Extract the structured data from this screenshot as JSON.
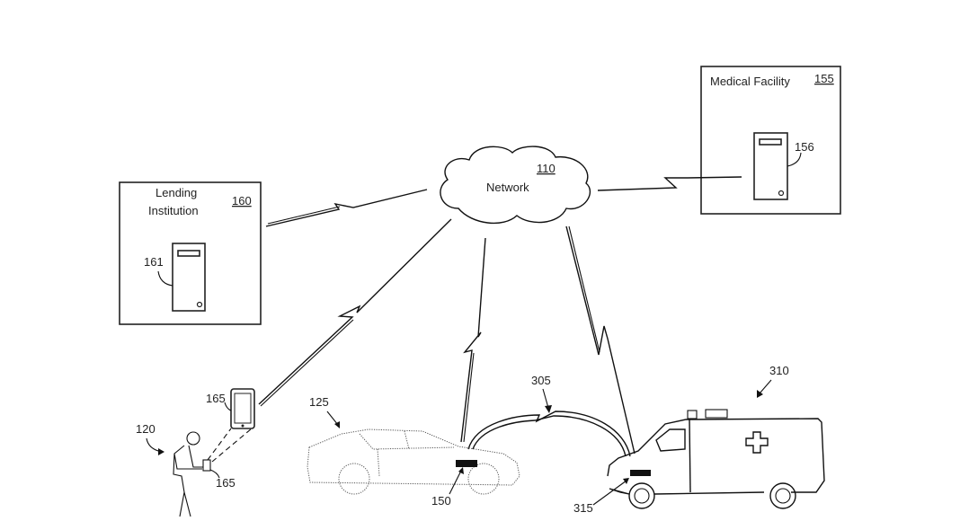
{
  "nodes": {
    "medical_facility": {
      "label": "Medical Facility",
      "ref": "155",
      "server_ref": "156"
    },
    "lending_institution": {
      "label_line1": "Lending",
      "label_line2": "Institution",
      "ref": "160",
      "server_ref": "161"
    },
    "network": {
      "label": "Network",
      "ref": "110"
    },
    "user": {
      "ref": "120",
      "device_ref_top": "165",
      "device_ref_hand": "165"
    },
    "vehicle": {
      "ref": "125",
      "device_ref": "150"
    },
    "ambulance": {
      "ref": "310",
      "device_ref": "315"
    },
    "v2v_link": {
      "ref": "305"
    }
  }
}
